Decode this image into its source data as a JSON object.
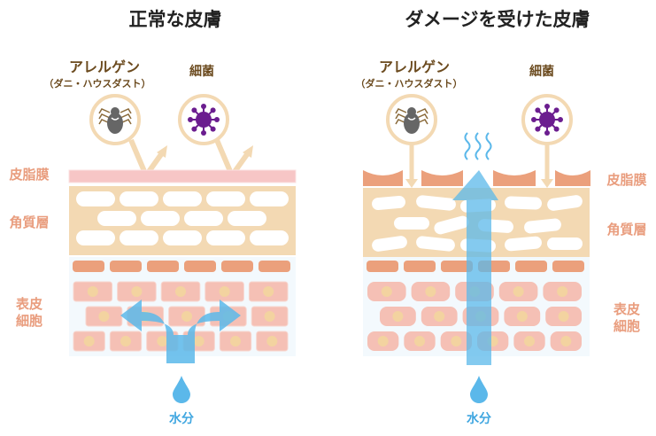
{
  "left_panel": {
    "title": "正常な皮膚",
    "allergen_label": "アレルゲン",
    "allergen_sub": "（ダニ・ハウスダスト）",
    "bacteria_label": "細菌",
    "water_label": "水分"
  },
  "right_panel": {
    "title": "ダメージを受けた皮膚",
    "allergen_label": "アレルゲン",
    "allergen_sub": "（ダニ・ハウスダスト）",
    "bacteria_label": "細菌",
    "water_label": "水分"
  },
  "layer_labels": {
    "sebum": "皮脂膜",
    "corneum": "角質層",
    "epidermis_1": "表皮",
    "epidermis_2": "細胞"
  },
  "colors": {
    "sebum_normal": "#f7c6c6",
    "sebum_damaged": "#eba07c",
    "corneum": "#f3d9b3",
    "cell": "#f5c0b5",
    "cell_top": "#eba07c",
    "nucleus": "#f3d3a0",
    "water": "#5bb8ea",
    "mite": "#666666",
    "bacteria": "#6b1d8f",
    "label": "#e99d7e"
  }
}
